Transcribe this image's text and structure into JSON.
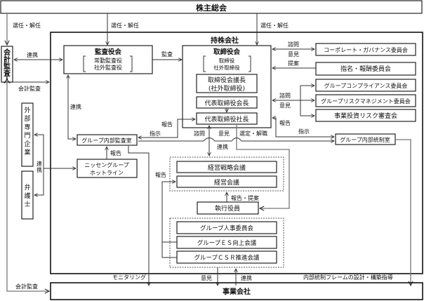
{
  "nodes": {
    "shareholders": "株主総会",
    "auditor_external": "会計監査人",
    "holding_company": "持株会社",
    "audit_board": {
      "title": "監査役会",
      "members": [
        "常勤監査役",
        "社外監査役"
      ]
    },
    "board": {
      "title": "取締役会",
      "members": [
        "取締役",
        "社外取締役"
      ]
    },
    "board_chair": [
      "取締役会議長",
      "(社外取締役)"
    ],
    "rep_chairman": "代表取締役会長",
    "rep_president": "代表取締役社長",
    "governance_committee": "コーポレート・ガバナンス委員会",
    "nomination_committee": "指名・報酬委員会",
    "compliance_committee": "グループコンプライアンス委員会",
    "risk_committee": "グループリスクマネジメント委員会",
    "investment_review": "事業投資リスク審査会",
    "internal_audit": "グループ内部監査室",
    "internal_control": "グループ内部統制室",
    "hotline": [
      "ニッセングループ",
      "ホットライン"
    ],
    "external_experts": "外部専門企業",
    "lawyer": "弁護士",
    "strategy_meeting": "経営戦略会議",
    "management_meeting": "経営会議",
    "executive_officers": "執行役員",
    "hr_committee": "グループ人事委員会",
    "es_meeting": "グループＥＳ向上会議",
    "csr_meeting": "グループＣＳＲ推進会議",
    "operating_companies": "事業会社"
  },
  "edge_labels": {
    "appoint_left": "選任・解任",
    "appoint_mid": "選任・解任",
    "appoint_right": "選任・解任",
    "cooperation_auditor": "連携",
    "accounting_audit_1": "会計監査",
    "accounting_audit_2": "会計監査",
    "audit": "監査",
    "consult_1": "諮問",
    "opinion_1": "意見",
    "proposal": "提案",
    "consult_2": "諮問",
    "opinion_2": "意見",
    "report_right": "報告",
    "instruct_right": "指示",
    "report_left": "報告",
    "instruct_left": "指示",
    "cooperation_audit": "連携",
    "report_hotline": "報告",
    "cooperation_experts": "連携",
    "consult_3": "諮問",
    "opinion_3": "意見",
    "appoint_dismiss": "選定・解職",
    "cooperation_meeting": "連携",
    "report_meeting": "報告",
    "report_proposal": "報告・提案",
    "monitoring": "モニタリング",
    "opinion_bottom": "意見",
    "cooperation_bottom": "連携",
    "internal_control_guidance": "内部統制フレームの設計・構築指導"
  }
}
